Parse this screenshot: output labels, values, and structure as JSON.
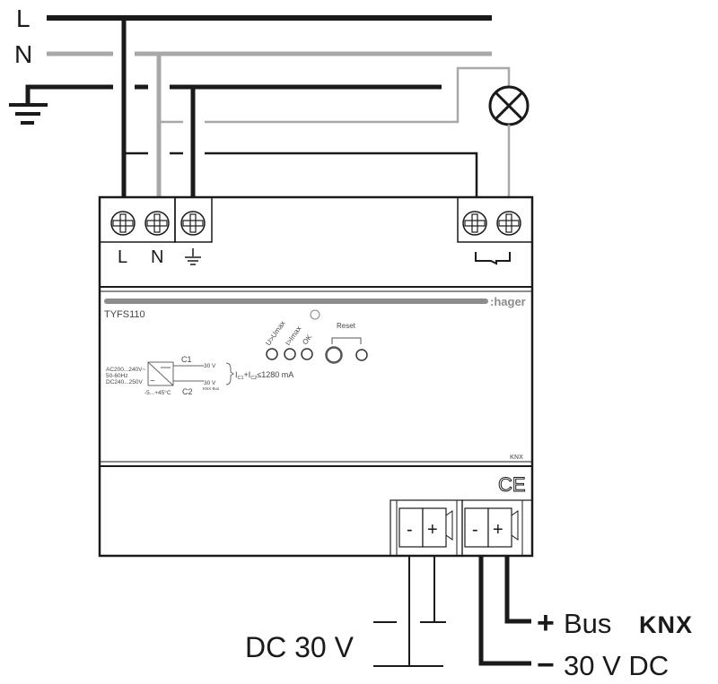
{
  "diagram": {
    "title": "Wiring diagram",
    "supply_lines": {
      "phase_label": "L",
      "neutral_label": "N",
      "earth_icon": "earth-ground-icon"
    },
    "load": {
      "icon": "lamp-icon"
    },
    "device": {
      "brand": ":hager",
      "model": "TYFS110",
      "terminals_top": {
        "l_label": "L",
        "n_label": "N",
        "earth_icon": "earth-ground-icon"
      },
      "relay_contact_icon": "normally-open-contact-icon",
      "indicators": {
        "u_label": "U>Umax",
        "i_label": "I>Imax",
        "ok_label": "OK",
        "reset_label": "Reset"
      },
      "schematic": {
        "input_line1": "AC200...240V~",
        "input_line2": "50-60Hz",
        "input_line3": "DC240...250V",
        "temp_range": "-5...+45°C",
        "c1_label": "C1",
        "c2_label": "C2",
        "out1_label": "30 V",
        "out2_label": "30 V",
        "out2_sub": "KNX Bus",
        "current_formula_i": "I",
        "current_formula_c1": "C1",
        "current_formula_plus": "+I",
        "current_formula_c2": "C2",
        "current_formula_value": "≤1280 mA"
      },
      "knx_logo": "KNX",
      "ce_mark": "CE",
      "terminals_bottom": {
        "left_minus": "-",
        "left_plus": "+",
        "right_minus": "-",
        "right_plus": "+"
      }
    },
    "outputs": {
      "dc_label": "DC 30 V",
      "bus_plus_sign": "+",
      "bus_text": "Bus",
      "bus_brand": "KNX",
      "dc_minus_sign": "−",
      "dc_text": "30 V DC"
    }
  }
}
